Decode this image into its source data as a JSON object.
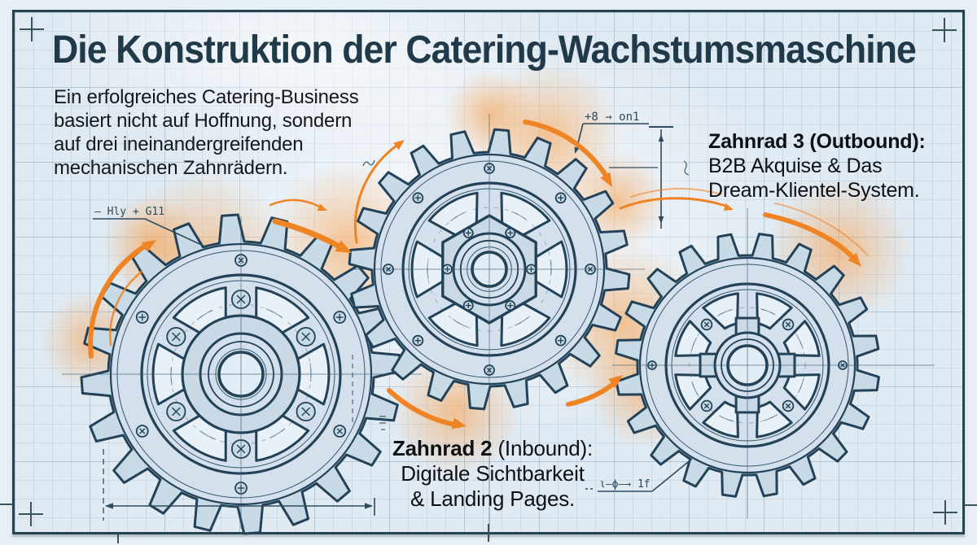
{
  "colors": {
    "orange": "#ee8424",
    "orange_glow": "#f6a85e",
    "ink": "#234258",
    "ink_thin": "#35576d",
    "dim": "#2e4c5e",
    "tooth_fill": "#c9dae7",
    "rim_fill": "#d4e1ec",
    "window_fill": "#e9f1f8",
    "hub_fill": "#c9d9e6",
    "bore_fill": "#e2ecf4",
    "frame": "#26434f",
    "title": "#203a49"
  },
  "title": "Die Konstruktion der Catering-Wachstumsmaschine",
  "intro_lines": [
    "Ein erfolgreiches Catering-Business",
    "basiert nicht auf Hoffnung, sondern",
    "auf drei ineinandergreifenden",
    "mechanischen Zahnrädern."
  ],
  "label_gear3": {
    "heading": "Zahnrad 3 (Outbound):",
    "line2": "B2B Akquise & Das",
    "line3": "Dream-Klientel-System."
  },
  "label_gear2": {
    "heading_bold": "Zahnrad 2",
    "heading_rest": " (Inbound):",
    "line2": "Digitale Sichtbarkeit",
    "line3": "& Landing Pages."
  },
  "annotations": {
    "top": "+8 → on1",
    "left": "– Hly + G11",
    "bottom_right": "ι–ϕ–→ 1f"
  }
}
